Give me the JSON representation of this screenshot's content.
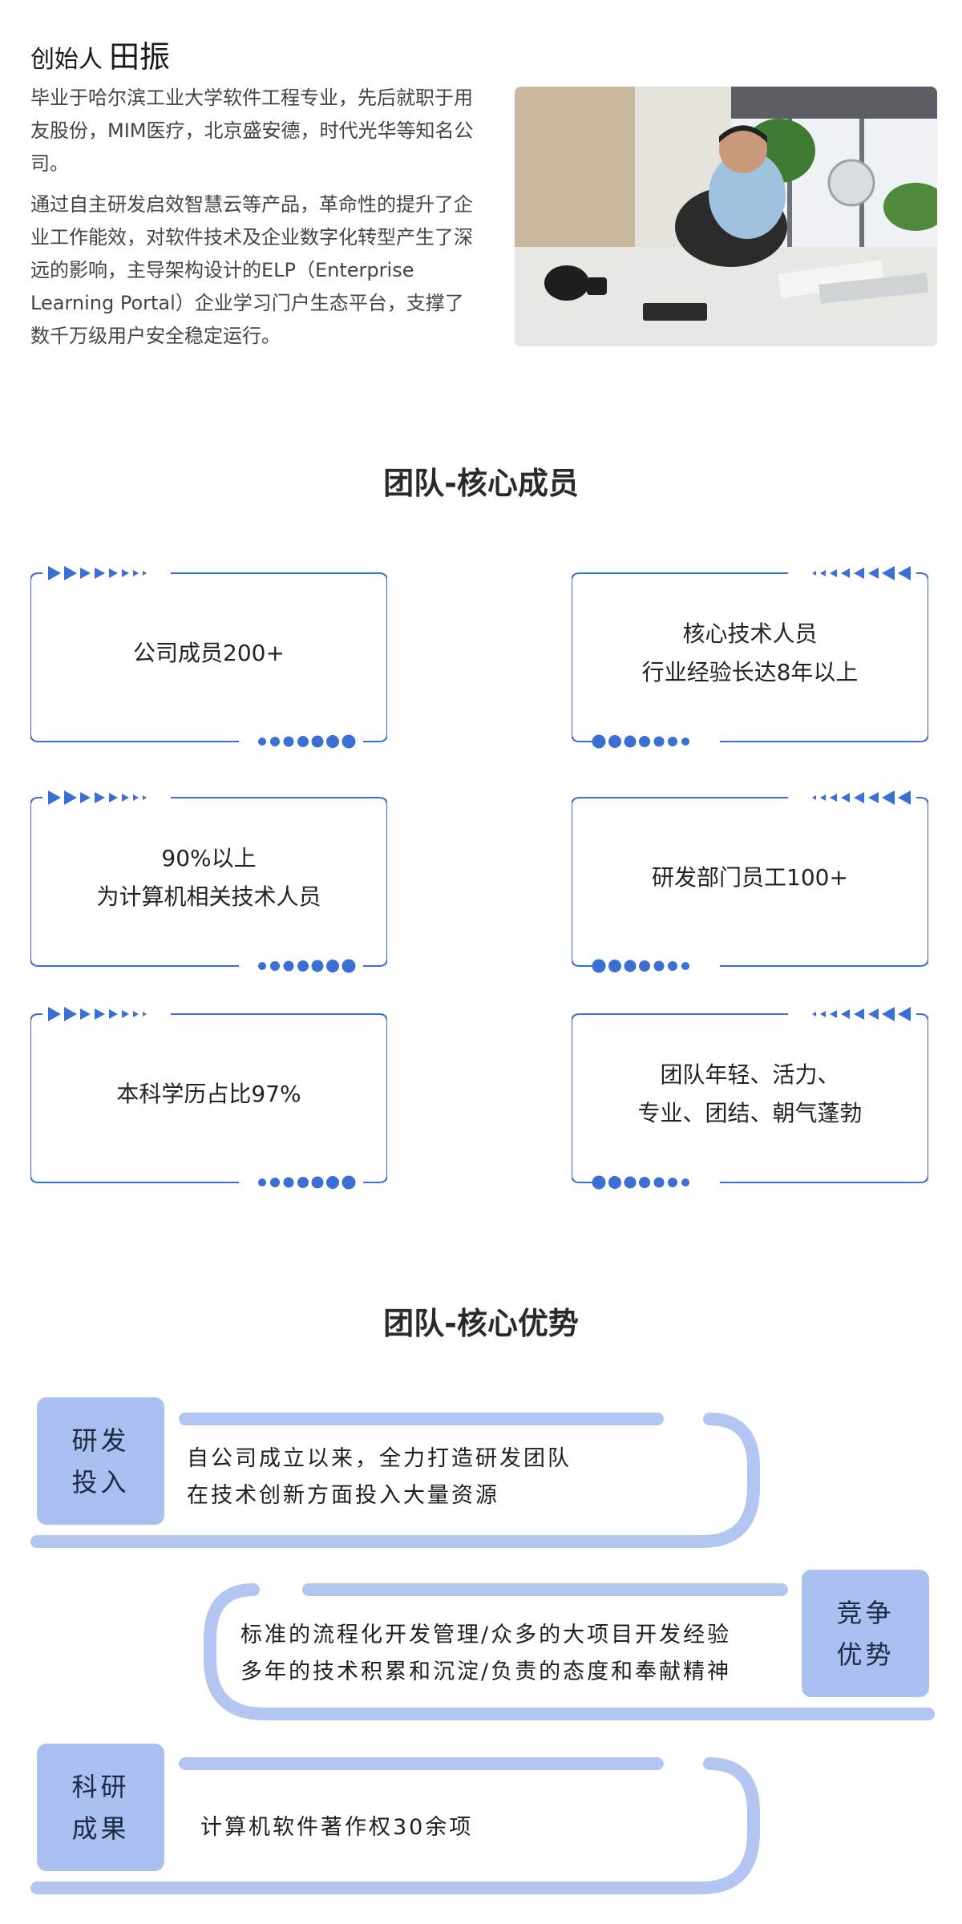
{
  "founder": {
    "role": "创始人",
    "name": "田振",
    "paragraphs": [
      "毕业于哈尔滨工业大学软件工程专业，先后就职于用友股份，MIM医疗，北京盛安德，时代光华等知名公司。",
      "通过自主研发启效智慧云等产品，革命性的提升了企业工作能效，对软件技术及企业数字化转型产生了深远的影响，主导架构设计的ELP（Enterprise Learning Portal）企业学习门户生态平台，支撑了数千万级用户安全稳定运行。"
    ]
  },
  "team_members": {
    "title": "团队-核心成员",
    "cards": [
      {
        "lines": [
          "公司成员200+"
        ]
      },
      {
        "lines": [
          "核心技术人员",
          "行业经验长达8年以上"
        ]
      },
      {
        "lines": [
          "90%以上",
          "为计算机相关技术人员"
        ]
      },
      {
        "lines": [
          "研发部门员工100+"
        ]
      },
      {
        "lines": [
          "本科学历占比97%"
        ]
      },
      {
        "lines": [
          "团队年轻、活力、",
          "专业、团结、朝气蓬勃"
        ]
      }
    ]
  },
  "team_advantages": {
    "title": "团队-核心优势",
    "rows": [
      {
        "tag": [
          "研发",
          "投入"
        ],
        "lines": [
          "自公司成立以来，全力打造研发团队",
          "在技术创新方面投入大量资源"
        ]
      },
      {
        "tag": [
          "竞争",
          "优势"
        ],
        "lines": [
          "标准的流程化开发管理/众多的大项目开发经验",
          "多年的技术积累和沉淀/负责的态度和奉献精神"
        ]
      },
      {
        "tag": [
          "科研",
          "成果"
        ],
        "lines": [
          "计算机软件著作权30余项"
        ]
      }
    ]
  },
  "colors": {
    "accent": "#3b6fd4",
    "tag_fill": "#a9c0f1",
    "track": "#b3c6f2"
  }
}
